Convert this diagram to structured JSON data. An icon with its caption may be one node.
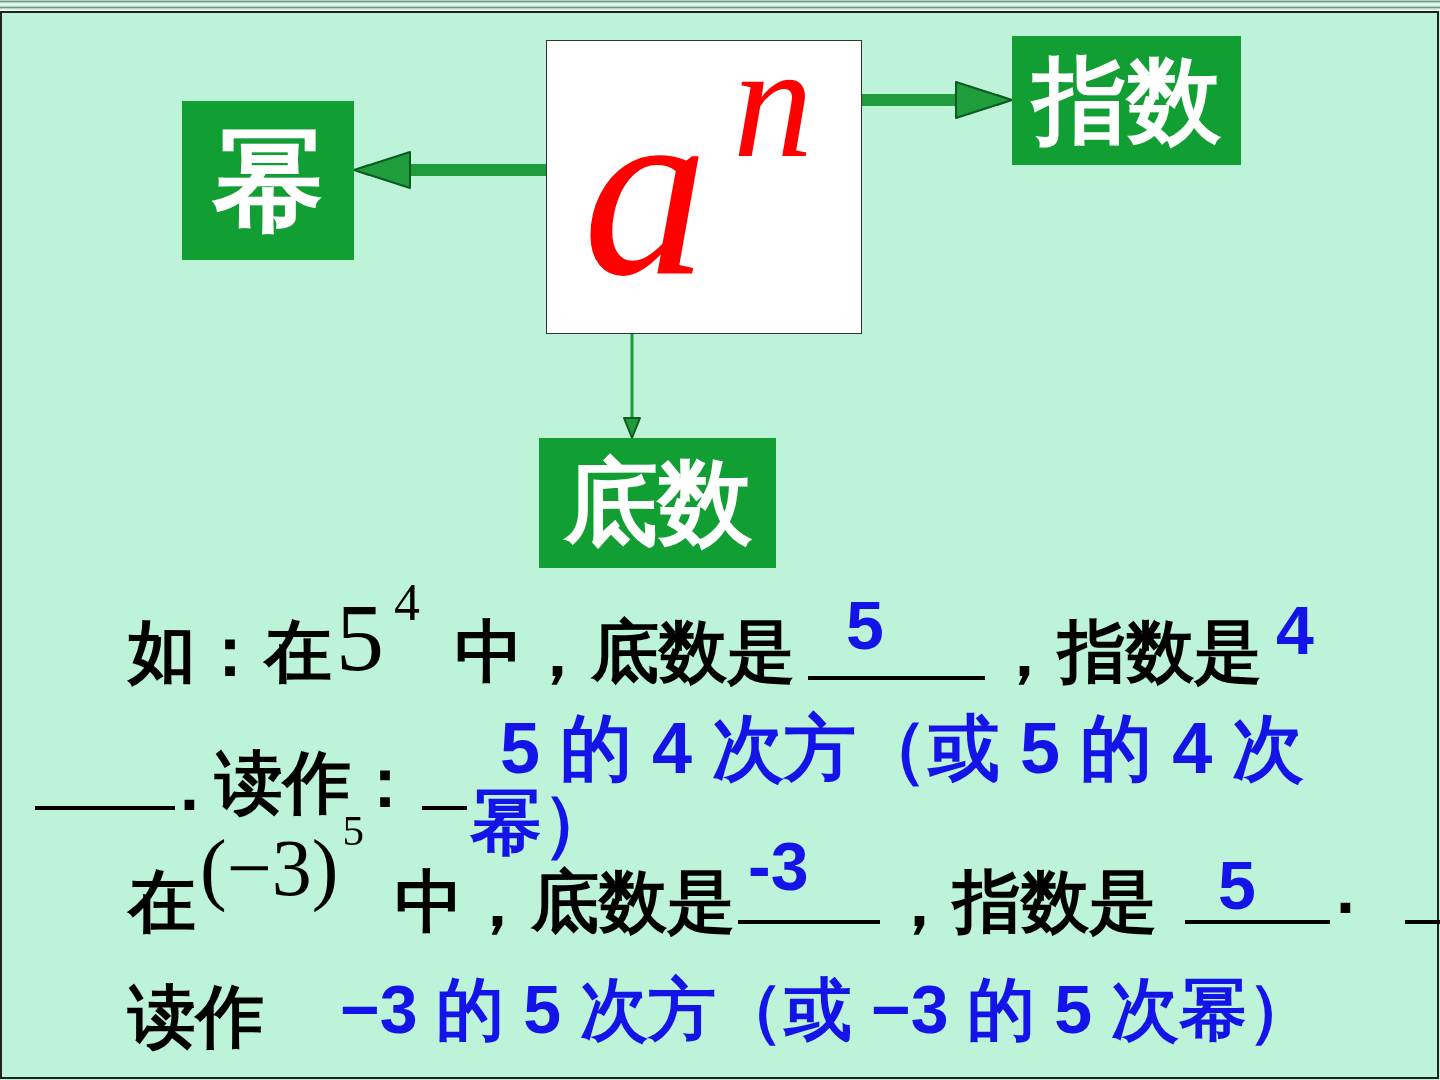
{
  "diagram": {
    "nodes": [
      {
        "text": [
          "幂"
        ]
      },
      {
        "text": [
          "a",
          "n"
        ]
      },
      {
        "text": [
          "指数"
        ]
      },
      {
        "text": [
          "底数"
        ]
      }
    ],
    "edges": [
      {
        "from": 1,
        "to": 0,
        "arrow": "to"
      },
      {
        "from": 1,
        "to": 2,
        "arrow": "to"
      },
      {
        "from": 1,
        "to": 3,
        "arrow": "to"
      }
    ],
    "labels": [
      "如：在",
      "5$^{4}$",
      "中，底数是",
      "5",
      "，指数是",
      "4",
      "5 的 4 次方（或 5 的 4 次幂）",
      ".",
      "读作：",
      "在",
      "(−3)$^{5}$",
      "中，底数是",
      "-3",
      "，指数是",
      "5",
      ".",
      "读作",
      "−3 的 5 次方（或 −3 的 5 次幂）"
    ]
  }
}
